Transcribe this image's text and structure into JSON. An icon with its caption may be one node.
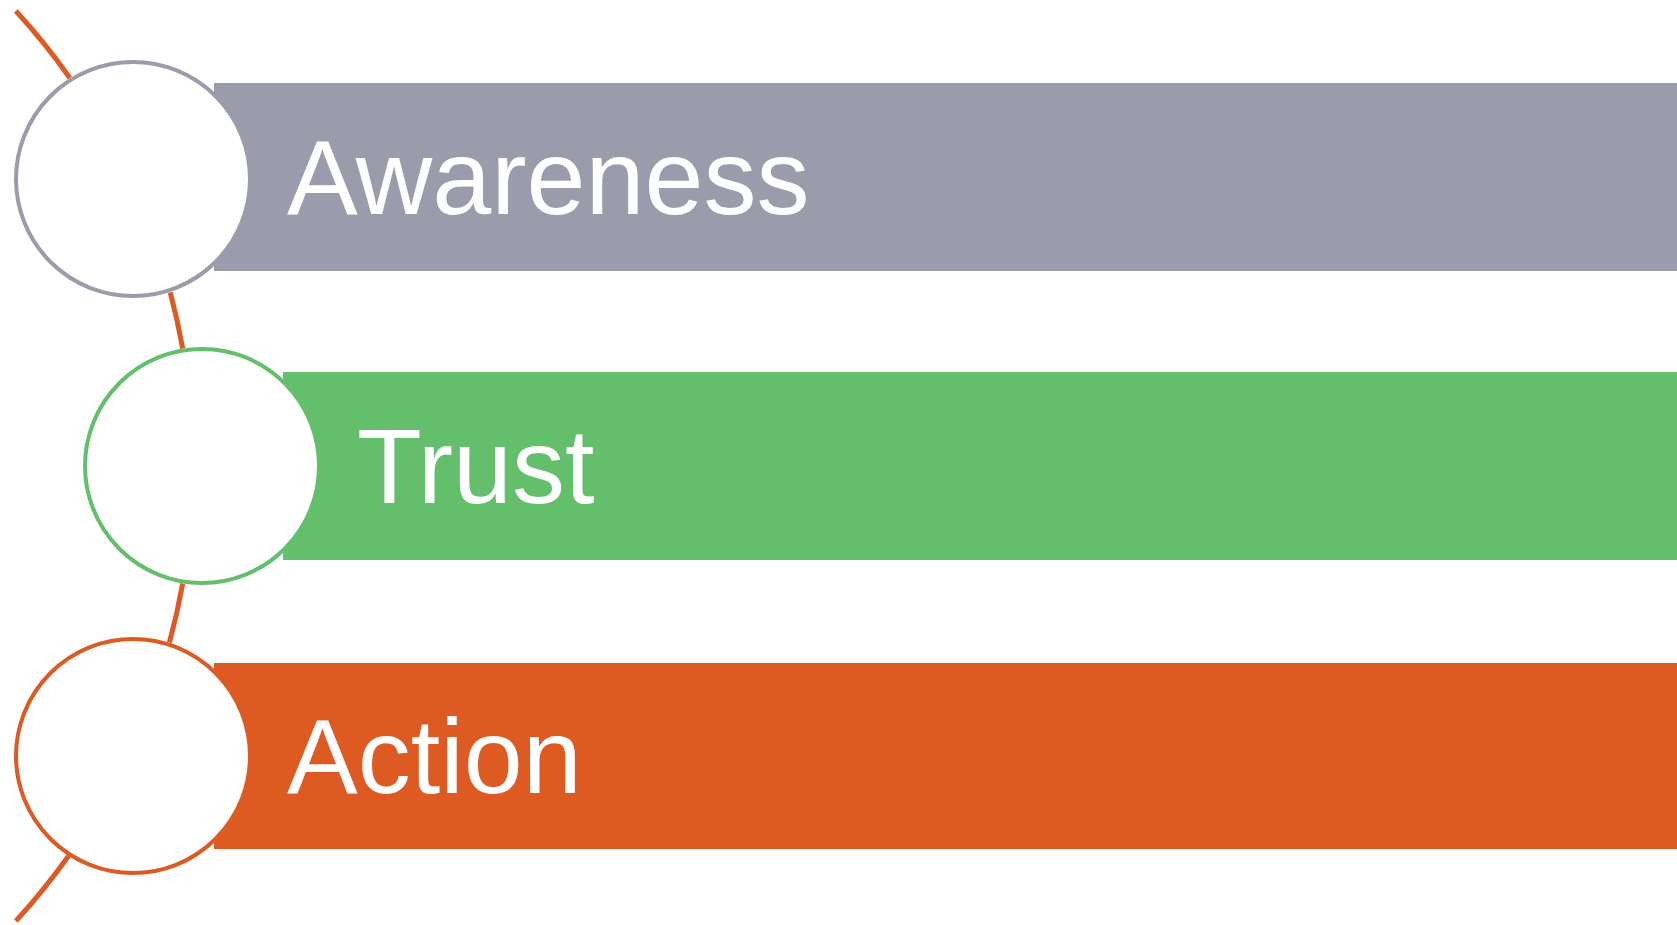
{
  "diagram": {
    "nodes": [
      {
        "text": [
          "Awareness"
        ]
      },
      {
        "text": [
          "Trust"
        ]
      },
      {
        "text": [
          "Action"
        ]
      },
      {
        "text": [],
        "shape": "circle"
      },
      {
        "text": [],
        "shape": "circle"
      },
      {
        "text": [],
        "shape": "circle"
      }
    ],
    "edges": [
      {
        "from": 3,
        "to": 4,
        "arrow": "none"
      },
      {
        "from": 4,
        "to": 5,
        "arrow": "none"
      }
    ]
  }
}
